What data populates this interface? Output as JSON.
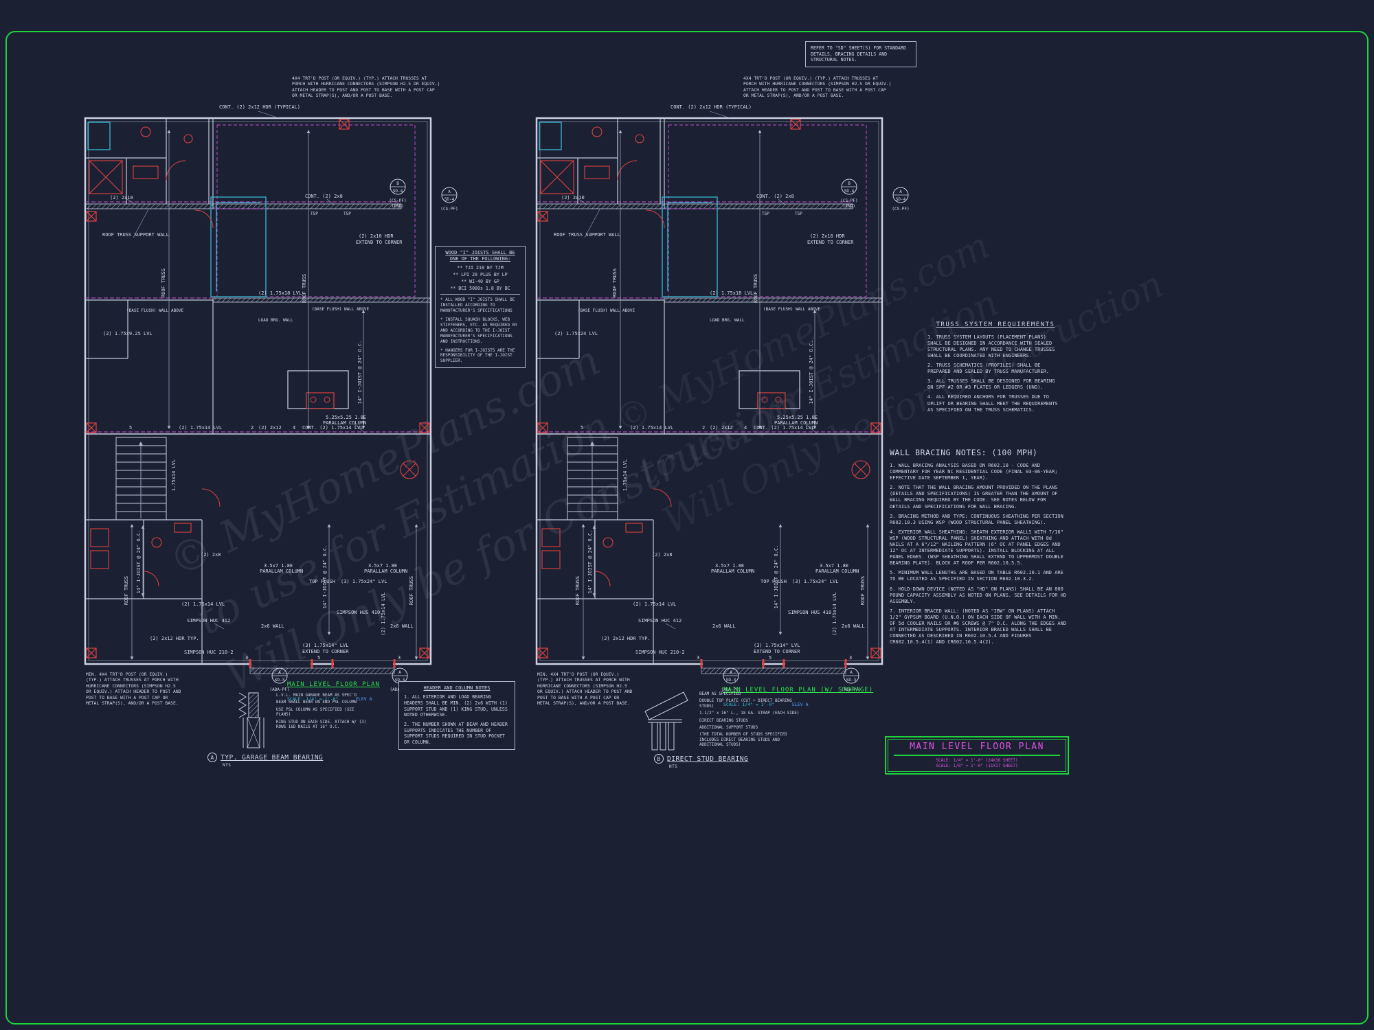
{
  "watermark": {
    "line1": "© MyHomePlans.com",
    "line2": "to use for Estimation",
    "line3": "Will Only be for Construction"
  },
  "notes": {
    "sd": "REFER TO \"SD\" SHEET(S) FOR STANDARD DETAILS, BRACING DETAILS AND STRUCTURAL NOTES.",
    "wood_i": {
      "heading": "WOOD \"I\" JOISTS SHALL BE ONE OF THE FOLLOWING:",
      "options": [
        "** TJI 210 BY TJM",
        "** LPI 20 PLUS BY LP",
        "** WI-40 BY GP",
        "** BCI 5000s 1.8 BY BC"
      ],
      "notes": [
        "* ALL WOOD \"I\" JOISTS SHALL BE INSTALLED ACCORDING TO MANUFACTURER'S SPECIFICATIONS",
        "* INSTALL SQUASH BLOCKS, WEB STIFFENERS, ETC. AS REQUIRED BY AND ACCORDING TO THE I-JOIST MANUFACTURER'S SPECIFICATIONS AND INSTRUCTIONS.",
        "* HANGERS FOR I-JOISTS ARE THE RESPONSIBILITY OF THE I-JOIST SUPPLIER."
      ]
    },
    "truss": {
      "title": "TRUSS SYSTEM REQUIREMENTS",
      "items": [
        "1. TRUSS SYSTEM LAYOUTS (PLACEMENT PLANS) SHALL BE DESIGNED IN ACCORDANCE WITH SEALED STRUCTURAL PLANS. ANY NEED TO CHANGE TRUSSES SHALL BE COORDINATED WITH ENGINEERS.",
        "2. TRUSS SCHEMATICS (PROFILES) SHALL BE PREPARED AND SEALED BY TRUSS MANUFACTURER.",
        "3. ALL TRUSSES SHALL BE DESIGNED FOR BEARING ON SPF #2 OR #3 PLATES OR LEDGERS (UNO).",
        "4. ALL REQUIRED ANCHORS FOR TRUSSES DUE TO UPLIFT OR BEARING SHALL MEET THE REQUIREMENTS AS SPECIFIED ON THE TRUSS SCHEMATICS."
      ]
    },
    "bracing": {
      "title": "WALL BRACING NOTES: (100 MPH)",
      "items": [
        "1. WALL BRACING ANALYSIS BASED ON R602.10 - CODE AND COMMENTARY FOR YEAR NC RESIDENTIAL CODE (FINAL 03-06-YEAR; EFFECTIVE DATE SEPTEMBER 1, YEAR).",
        "2. NOTE THAT THE WALL BRACING AMOUNT PROVIDED ON THE PLANS (DETAILS AND SPECIFICATIONS) IS GREATER THAN THE AMOUNT OF WALL BRACING REQUIRED BY THE CODE. SEE NOTES BELOW FOR DETAILS AND SPECIFICATIONS FOR WALL BRACING.",
        "3. BRACING METHOD AND TYPE: CONTINUOUS SHEATHING PER SECTION R602.10.3 USING WSP (WOOD STRUCTURAL PANEL SHEATHING).",
        "4. EXTERIOR WALL SHEATHING: SHEATH EXTERIOR WALLS WITH 7/16\" WSP (WOOD STRUCTURAL PANEL) SHEATHING AND ATTACH WITH 8d NAILS AT A 6\"/12\" NAILING PATTERN (6\" OC AT PANEL EDGES AND 12\" OC AT INTERMEDIATE SUPPORTS). INSTALL BLOCKING AT ALL PANEL EDGES. (WSP SHEATHING SHALL EXTEND TO UPPERMOST DOUBLE BEARING PLATE). BLOCK AT ROOF PER R602.10.5.5.",
        "5. MINIMUM WALL LENGTHS ARE BASED ON TABLE R602.10.1 AND ARE TO BE LOCATED AS SPECIFIED IN SECTION R602.10.3.2.",
        "6. HOLD-DOWN DEVICE (NOTED AS \"HD\" ON PLANS) SHALL BE AN 800 POUND CAPACITY ASSEMBLY AS NOTED ON PLANS. SEE DETAILS FOR HD ASSEMBLY.",
        "7. INTERIOR BRACED WALL: (NOTED AS \"IBW\" ON PLANS) ATTACH 1/2\" GYPSUM BOARD (U.N.O.) ON EACH SIDE OF WALL WITH A MIN. OF 5d COOLER NAILS OR #6 SCREWS @ 7\" O.C. ALONG THE EDGES AND AT INTERMEDIATE SUPPORTS. INTERIOR BRACED WALLS SHALL BE CONNECTED AS DESCRIBED IN R602.10.5.4 AND FIGURES CR602.10.5.4(1) AND CR602.10.5.4(2)."
      ]
    },
    "header_col": {
      "title": "HEADER AND COLUMN NOTES",
      "items": [
        "1. ALL EXTERIOR AND LOAD BEARING HEADERS SHALL BE MIN. (2) 2x6 WITH (1) SUPPORT STUD AND (1) KING STUD, UNLESS NOTED OTHERWISE.",
        "2. THE NUMBER SHOWN AT BEAM AND HEADER SUPPORTS INDICATES THE NUMBER OF SUPPORT STUDS REQUIRED IN STUD POCKET OR COLUMN."
      ]
    }
  },
  "plans": {
    "post_note": "4X4 TRT'D POST (OR EQUIV.) (TYP.) ATTACH TRUSSES AT PORCH WITH HURRICANE CONNECTORS (SIMPSON H2.5 OR EQUIV.) ATTACH HEADER TO POST AND POST TO BASE WITH A POST CAP OR METAL STRAP(S), AND/OR A POST BASE.",
    "min_post_note": "MIN. 4X4 TRT'D POST (OR EQUIV.) (TYP.) ATTACH TRUSSES AT PORCH WITH HURRICANE CONNECTORS (SIMPSON H2.5 OR EQUIV.) ATTACH HEADER TO POST AND POST TO BASE WITH A POST CAP OR METAL STRAP(S), AND/OR A POST BASE.",
    "labels": {
      "hdr_typical": "CONT. (2) 2x12 HDR (TYPICAL)",
      "two_2x10": "(2) 2x10",
      "cont_2x8": "CONT. (2) 2x8",
      "tsp": "TSP",
      "hdr_ext1": "(2) 2x10 HDR",
      "hdr_ext2": "EXTEND TO CORNER",
      "roof_truss_support": "ROOF TRUSS SUPPORT WALL",
      "roof_truss": "ROOF TRUSS",
      "lvl18": "(2) 1.75x18 LVL",
      "base_flush": "(BASE FLUSH) WALL ABOVE",
      "load_brg": "LOAD BRG. WALL",
      "ijoist": "14\" I-JOIST @ 24\" O.C.",
      "size525": "5.25x5.25 1.8E",
      "size357": "3.5x7 1.8E",
      "parallam": "PARALLAM COLUMN",
      "lvl14": "(2) 1.75x14 LVL",
      "lvl14_vert": "1.75x14 LVL",
      "two_2x12": "(2) 2x12",
      "two_2x8": "(2) 2x8",
      "cont_lvl14": "CONT. (2) 1.75x14 LVL",
      "top_flush": "TOP FLUSH",
      "three_lvl24": "(3) 1.75x24\" LVL",
      "huc412": "SIMPSON HUC 412",
      "hus410": "SIMPSON HUS 410",
      "wall_2x6": "2x6 WALL",
      "hdr_2x12": "(2) 2x12 HDR TYP.",
      "huc210": "SIMPSON HUC 210-2",
      "lvl_ext1": "(3) 1.75x14\" LVL",
      "lvl_ext2": "EXTEND TO CORNER",
      "n2": "2",
      "n3": "3",
      "n4": "4",
      "n5": "5",
      "callout_a": "A",
      "callout_b": "B",
      "sd4": "SD-4",
      "sd3": "SD-3",
      "cs_pf": "(CS-PF)",
      "end_tag": "(END)",
      "ada_pf": "(ADA-PF)"
    },
    "left": {
      "lvl925": "(2) 1.75x9.25 LVL",
      "title": "MAIN LEVEL FLOOR PLAN",
      "scale": "SCALE: 1/4\" = 1'-0\"",
      "elev": "ELEV A"
    },
    "right": {
      "lvl24": "(2) 1.75x24 LVL",
      "title": "MAIN LEVEL FLOOR PLAN (W/ STORAGE)",
      "scale": "SCALE: 1/4\" = 1'-0\"",
      "elev": "ELEV A"
    }
  },
  "details": {
    "garage": {
      "letter": "A",
      "title": "TYP. GARAGE BEAM BEARING",
      "scale": "NTS",
      "labels": [
        "L.V.L. MAIN GARAGE BEAM AS SPEC'D",
        "BEAM SHALL BEAR ON END PSL COLUMN",
        "USE PSL COLUMN AS SPECIFIED (SEE PLANS)",
        "KING STUD ON EACH SIDE. ATTACH W/ (3) ROWS 16D NAILS AT 16\" O.C."
      ]
    },
    "stud": {
      "letter": "B",
      "title": "DIRECT STUD BEARING",
      "scale": "NTS",
      "labels": [
        "BEAM AS SPECIFIED",
        "DOUBLE TOP PLATE (CUT + DIRECT BEARING STUDS)",
        "1-1/2\" x 16\" L., 18 GA. STRAP (EACH SIDE)",
        "DIRECT BEARING STUDS",
        "ADDITIONAL SUPPORT STUDS",
        "(THE TOTAL NUMBER OF STUDS SPECIFIED INCLUDES DIRECT BEARING STUDS AND ADDITIONAL STUDS)"
      ]
    }
  },
  "title_block": {
    "title": "MAIN LEVEL FLOOR PLAN",
    "scale1": "SCALE: 1/4\" = 1'-0\" (24X36 SHEET)",
    "scale2": "SCALE: 1/8\" = 1'-0\" (11X17 SHEET)"
  }
}
